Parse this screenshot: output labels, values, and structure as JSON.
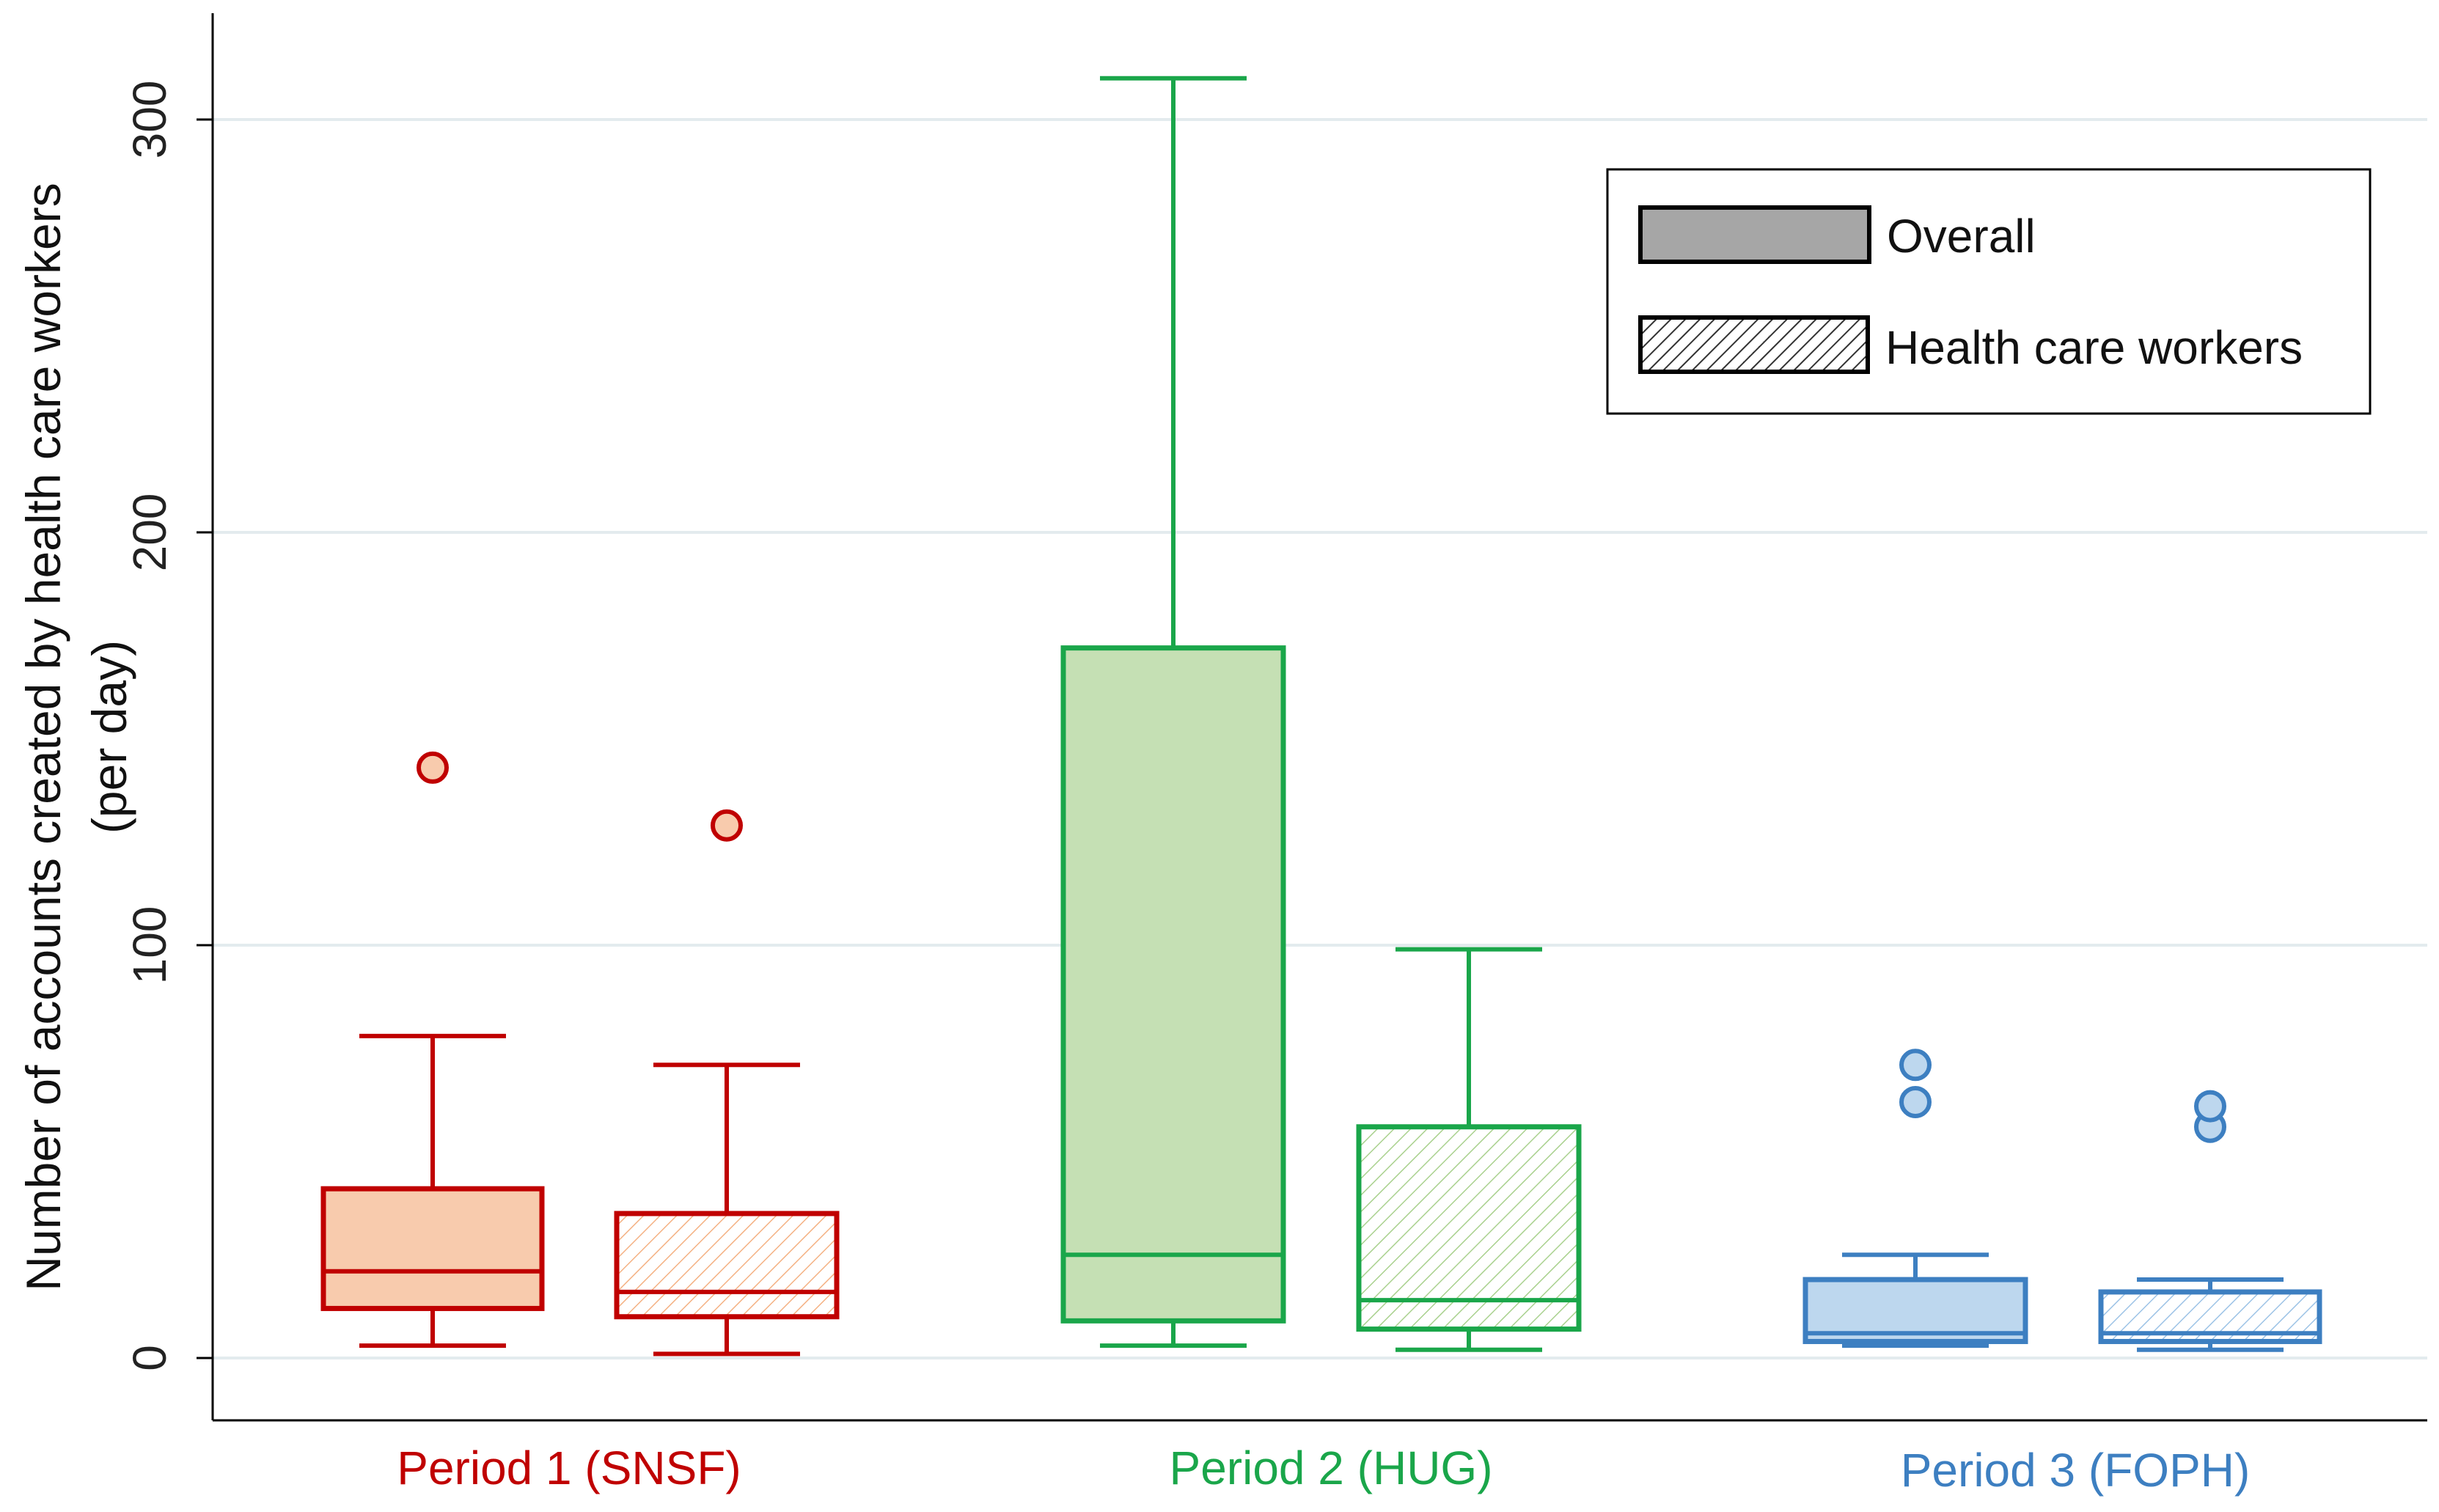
{
  "chart_data": {
    "type": "box",
    "title": "",
    "xlabel": "",
    "ylabel_lines": [
      "Number of accounts created by health care workers",
      "(per day)"
    ],
    "ylim": [
      -15,
      325
    ],
    "yticks": [
      0,
      100,
      200,
      300
    ],
    "grid": true,
    "legend": {
      "placement": "top-right",
      "entries": [
        {
          "label": "Overall",
          "style": "solid"
        },
        {
          "label": "Health care workers",
          "style": "hatched"
        }
      ]
    },
    "groups": [
      {
        "label": "Period 1 (SNSF)",
        "color": "#c00000",
        "fill": "#f8cbad",
        "boxes": [
          {
            "series": "Overall",
            "whisker_low": 3,
            "q1": 12,
            "median": 21,
            "q3": 41,
            "whisker_high": 78,
            "outliers": [
              143
            ]
          },
          {
            "series": "Health care workers",
            "whisker_low": 1,
            "q1": 10,
            "median": 16,
            "q3": 35,
            "whisker_high": 71,
            "outliers": [
              129
            ]
          }
        ]
      },
      {
        "label": "Period 2 (HUG)",
        "color": "#1aa64a",
        "fill": "#c5e0b4",
        "boxes": [
          {
            "series": "Overall",
            "whisker_low": 3,
            "q1": 9,
            "median": 25,
            "q3": 172,
            "whisker_high": 310,
            "outliers": []
          },
          {
            "series": "Health care workers",
            "whisker_low": 2,
            "q1": 7,
            "median": 14,
            "q3": 56,
            "whisker_high": 99,
            "outliers": []
          }
        ]
      },
      {
        "label": "Period 3 (FOPH)",
        "color": "#3d7fc1",
        "fill": "#bdd7ee",
        "boxes": [
          {
            "series": "Overall",
            "whisker_low": 3,
            "q1": 4,
            "median": 6,
            "q3": 19,
            "whisker_high": 25,
            "outliers": [
              62,
              71
            ]
          },
          {
            "series": "Health care workers",
            "whisker_low": 2,
            "q1": 4,
            "median": 6,
            "q3": 16,
            "whisker_high": 19,
            "outliers": [
              56,
              61
            ]
          }
        ]
      }
    ]
  }
}
